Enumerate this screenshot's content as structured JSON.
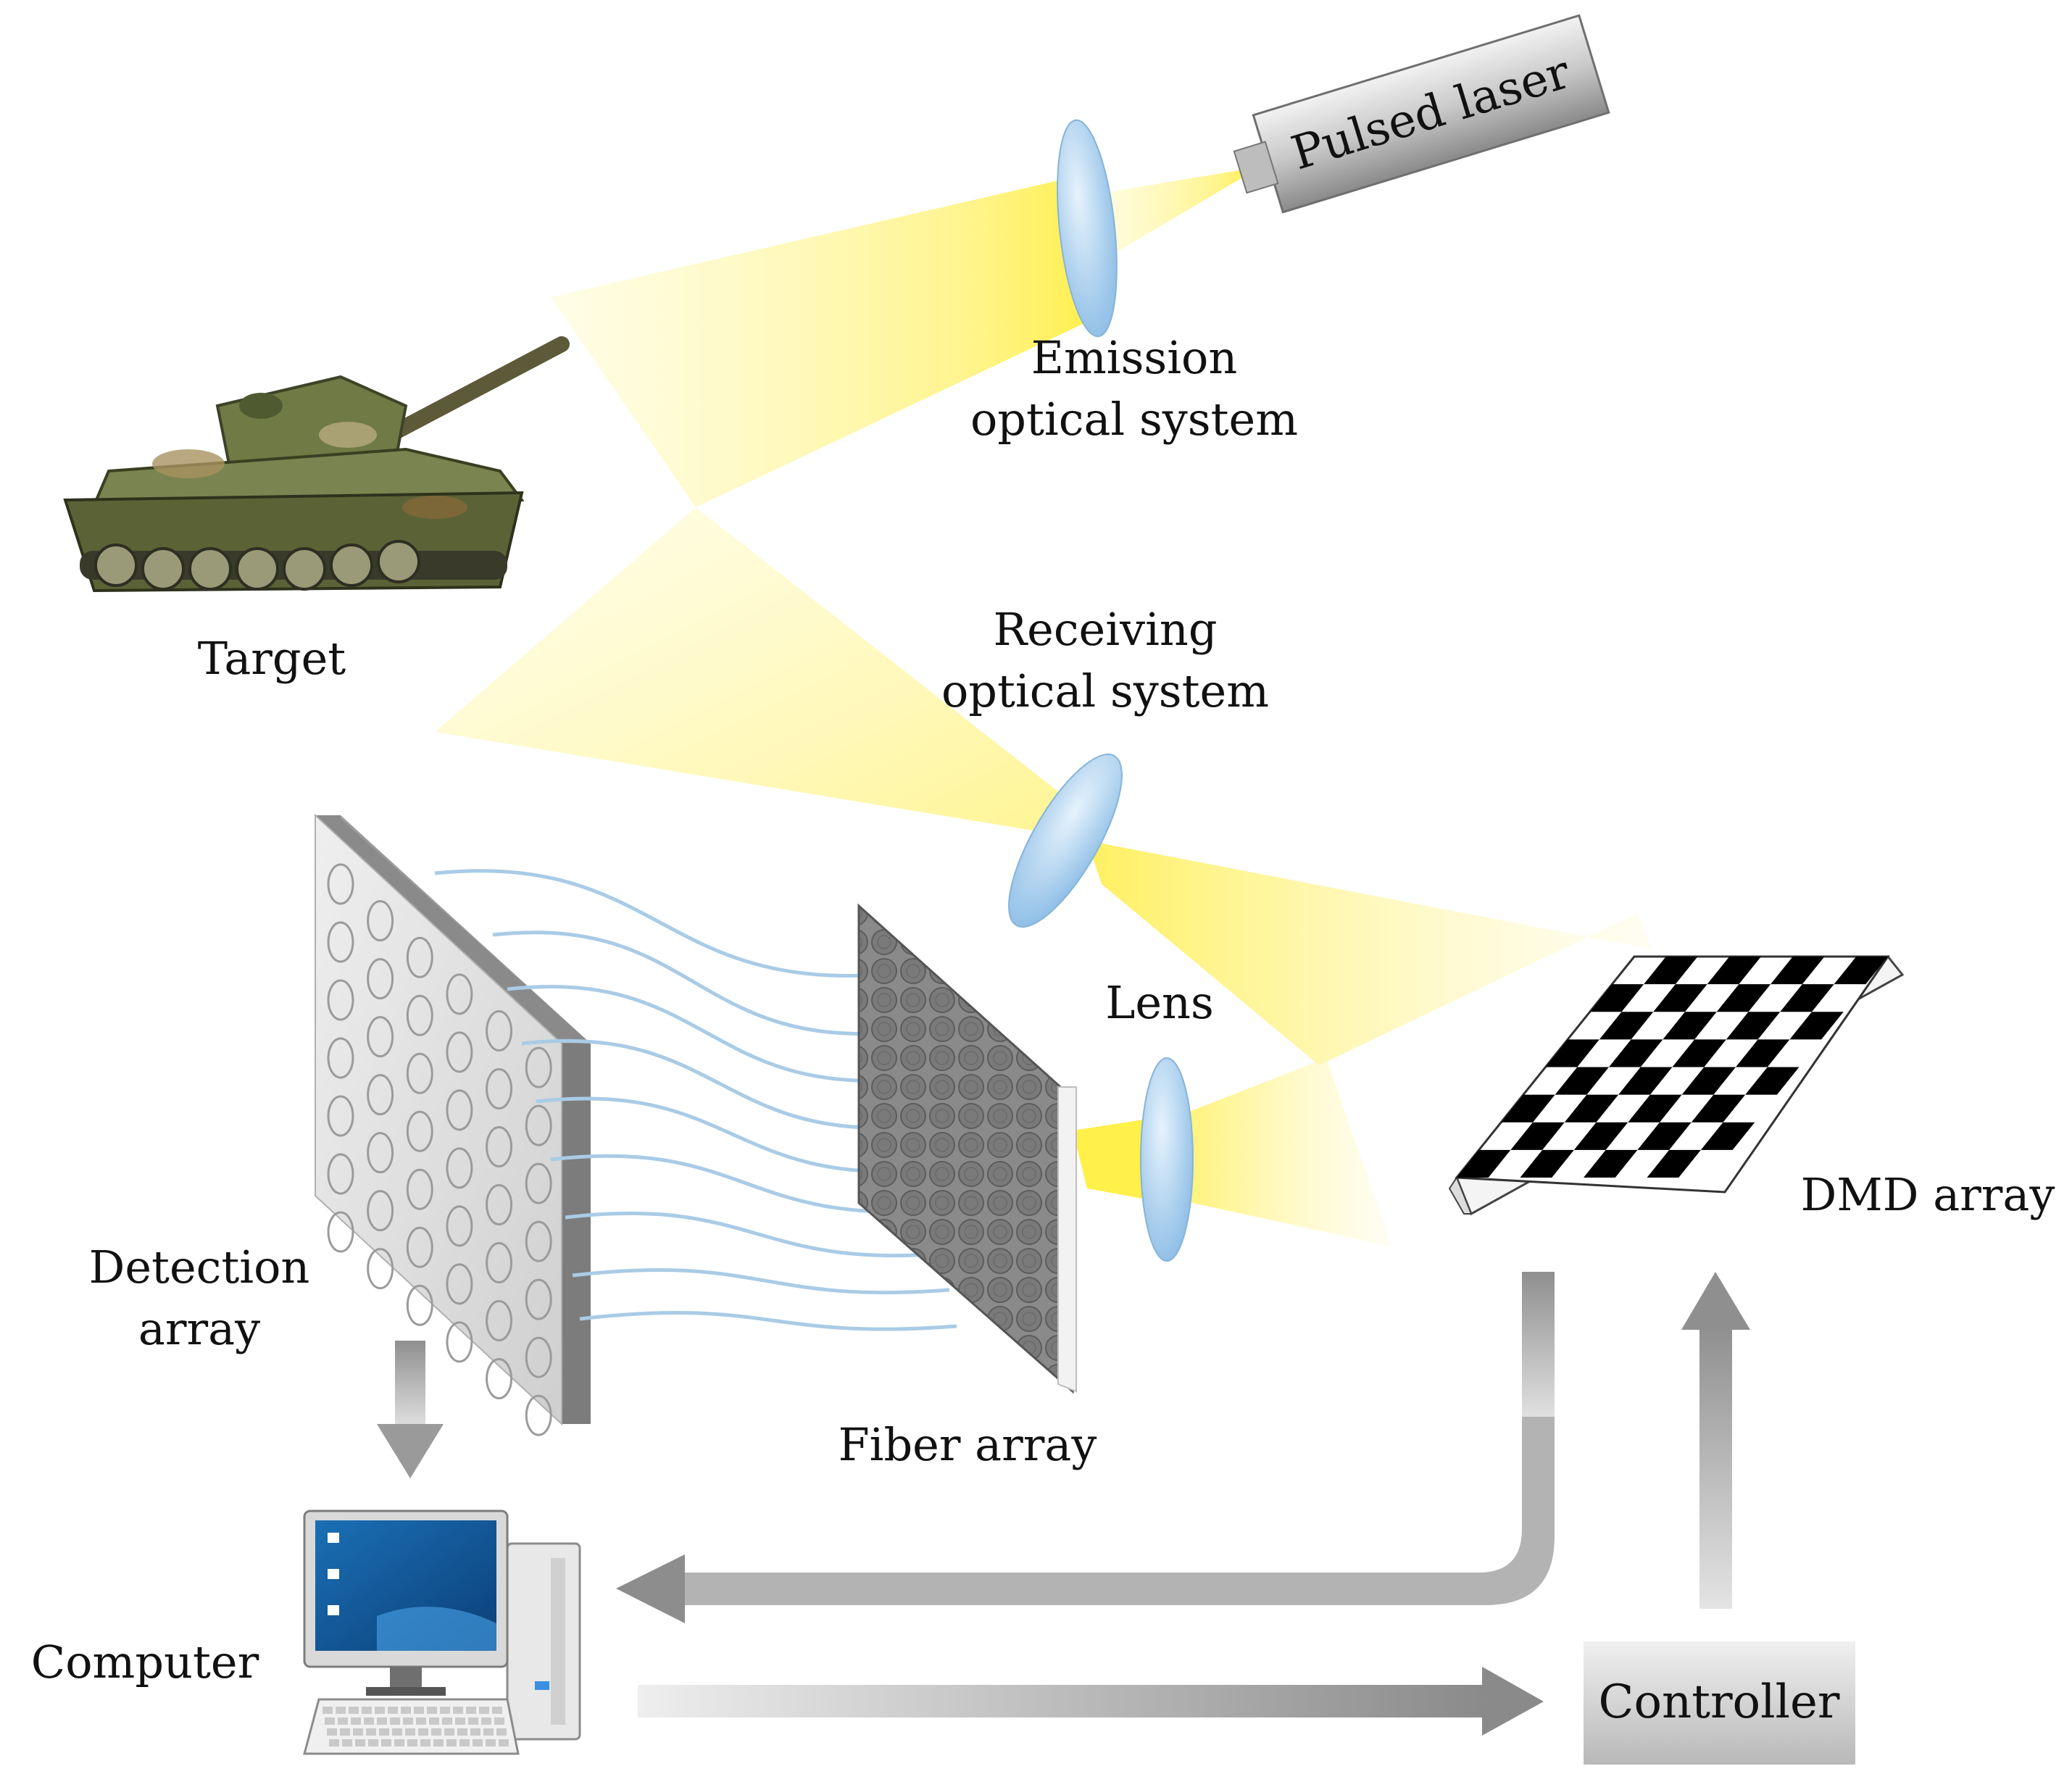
{
  "labels": {
    "pulsed_laser": "Pulsed laser",
    "emission_line1": "Emission",
    "emission_line2": "optical system",
    "target": "Target",
    "receiving_line1": "Receiving",
    "receiving_line2": "optical system",
    "lens": "Lens",
    "dmd_array": "DMD array",
    "detection_line1": "Detection",
    "detection_line2": "array",
    "fiber_array": "Fiber array",
    "computer": "Computer",
    "controller": "Controller"
  },
  "colors": {
    "beam": "#fff27a",
    "lens": "#9ec9ea",
    "fiber": "#a9cbe6",
    "arrow": "#a0a0a0",
    "panel": "#dcdcdc"
  },
  "icons": {
    "target": "tank-icon",
    "computer": "desktop-computer-icon",
    "laser": "laser-cylinder-icon"
  }
}
